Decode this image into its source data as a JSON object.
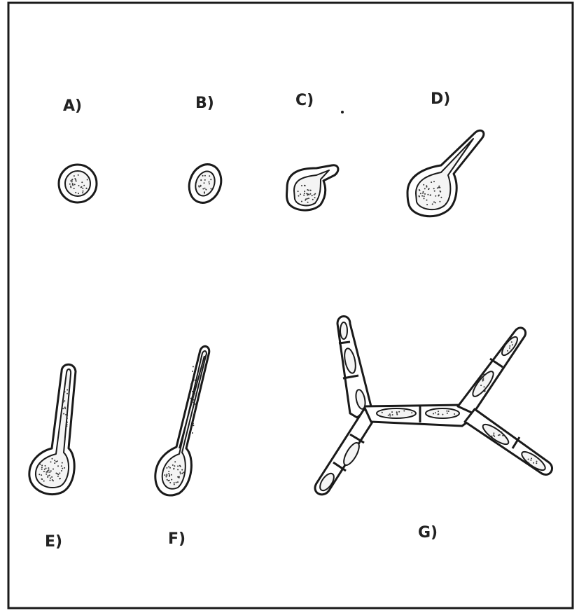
{
  "panels": [
    {
      "id": "A",
      "label": "A)"
    },
    {
      "id": "B",
      "label": "B)"
    },
    {
      "id": "C",
      "label": "C)"
    },
    {
      "id": "D",
      "label": "D)"
    },
    {
      "id": "E",
      "label": "E)"
    },
    {
      "id": "F",
      "label": "F)"
    },
    {
      "id": "G",
      "label": "G)"
    }
  ],
  "colors": {
    "ink": "#1a1a1a",
    "background": "#ffffff"
  }
}
